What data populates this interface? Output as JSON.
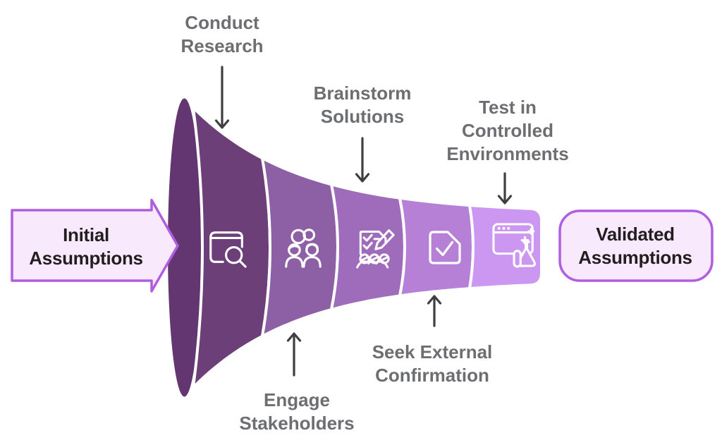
{
  "diagram": {
    "type": "horizontal-funnel",
    "input": {
      "label": "Initial\nAssumptions"
    },
    "output": {
      "label": "Validated\nAssumptions"
    }
  },
  "stages": [
    {
      "label": "Conduct\nResearch",
      "icon": "book-magnifier-icon",
      "color": "#6c3f78",
      "callout_position": "top"
    },
    {
      "label": "Engage\nStakeholders",
      "icon": "linked-people-icon",
      "color": "#8d5fa5",
      "callout_position": "bottom"
    },
    {
      "label": "Brainstorm\nSolutions",
      "icon": "checklist-pencil-group-icon",
      "color": "#9f6cbb",
      "callout_position": "top"
    },
    {
      "label": "Seek External\nConfirmation",
      "icon": "document-check-icon",
      "color": "#b780d7",
      "callout_position": "bottom"
    },
    {
      "label": "Test in\nControlled\nEnvironments",
      "icon": "browser-flask-icon",
      "color": "#cc97f0",
      "callout_position": "top"
    }
  ],
  "colors": {
    "funnel_mouth": "#643671",
    "separator": "#ffffff",
    "accent_border": "#b05ee0",
    "endpoint_fill": "#f9e9fd",
    "label_gray": "#6d6e71",
    "text_black": "#221e20",
    "arrow_dark": "#3f3e40"
  }
}
